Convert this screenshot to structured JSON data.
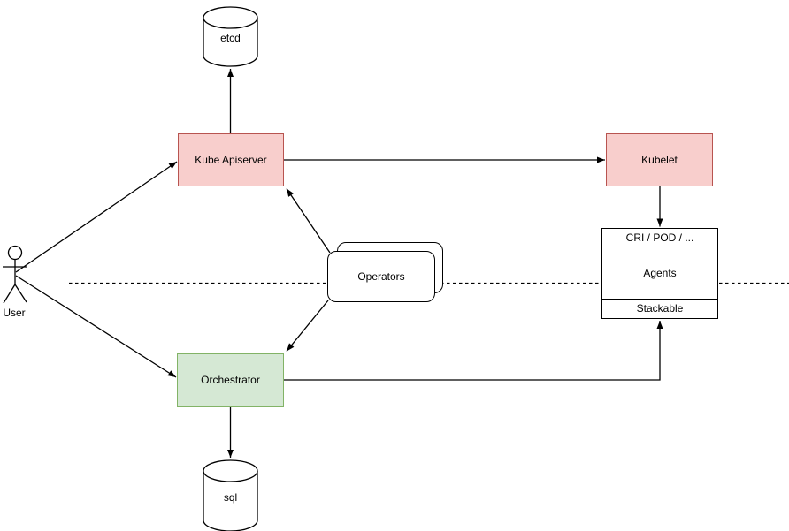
{
  "diagram": {
    "nodes": {
      "user": {
        "label": "User",
        "shape": "actor"
      },
      "etcd": {
        "label": "etcd",
        "shape": "cylinder"
      },
      "kube_apiserver": {
        "label": "Kube Apiserver",
        "shape": "rectangle",
        "fill": "#f8cecc",
        "stroke": "#b85450"
      },
      "kubelet": {
        "label": "Kubelet",
        "shape": "rectangle",
        "fill": "#f8cecc",
        "stroke": "#b85450"
      },
      "operators": {
        "label": "Operators",
        "shape": "stacked-rounded-rectangle"
      },
      "orchestrator": {
        "label": "Orchestrator",
        "shape": "rectangle",
        "fill": "#d5e8d4",
        "stroke": "#82b366"
      },
      "agents": {
        "header": "CRI / POD / ...",
        "title": "Agents",
        "footer": "Stackable",
        "shape": "three-section-box"
      },
      "sql": {
        "label": "sql",
        "shape": "cylinder"
      }
    },
    "edges": [
      {
        "from": "user",
        "to": "kube_apiserver"
      },
      {
        "from": "user",
        "to": "orchestrator"
      },
      {
        "from": "kube_apiserver",
        "to": "etcd"
      },
      {
        "from": "kube_apiserver",
        "to": "kubelet"
      },
      {
        "from": "kubelet",
        "to": "agents"
      },
      {
        "from": "operators",
        "to": "kube_apiserver"
      },
      {
        "from": "operators",
        "to": "orchestrator"
      },
      {
        "from": "orchestrator",
        "to": "agents.stackable"
      },
      {
        "from": "orchestrator",
        "to": "sql"
      }
    ],
    "separator": {
      "style": "dashed",
      "orientation": "horizontal"
    },
    "colors": {
      "node_pink_fill": "#f8cecc",
      "node_pink_stroke": "#b85450",
      "node_green_fill": "#d5e8d4",
      "node_green_stroke": "#82b366",
      "line": "#000000",
      "background": "#ffffff"
    }
  }
}
